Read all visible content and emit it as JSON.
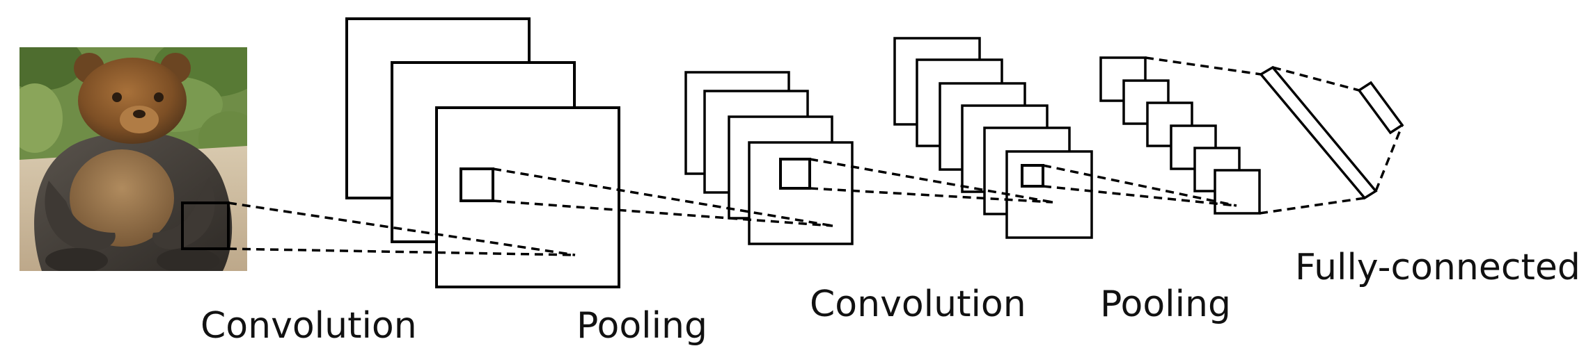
{
  "labels": {
    "conv1": "Convolution",
    "pool1": "Pooling",
    "conv2": "Convolution",
    "pool2": "Pooling",
    "fc": "Fully-connected"
  },
  "input_image": {
    "subject": "bronze bear statue sitting outdoors",
    "palette": {
      "foliage": "#5f7f3c",
      "ground": "#c9b79b",
      "bronze_dark": "#3d3833",
      "bronze_head": "#8a5a2b",
      "bronze_belly": "#9c7a52"
    }
  },
  "colors": {
    "stroke": "#000000",
    "background": "#ffffff",
    "text": "#111111"
  }
}
